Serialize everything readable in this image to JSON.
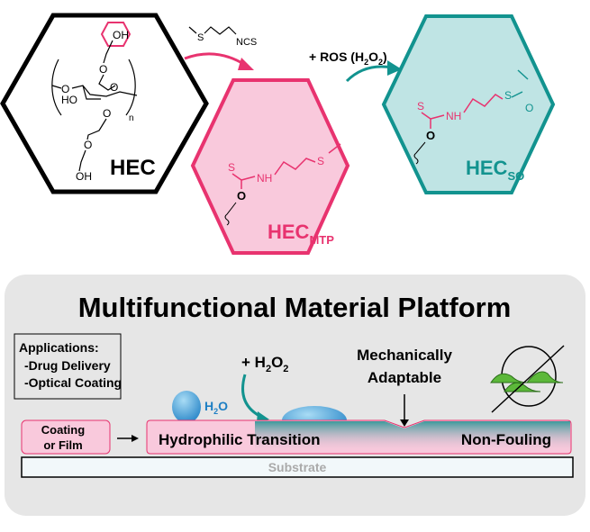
{
  "scheme": {
    "hec": {
      "label": "HEC",
      "oh_top": "OH",
      "oh_bottom": "OH",
      "ho": "HO",
      "o": "O",
      "n": "n"
    },
    "reagent": {
      "s": "S",
      "ncs": "NCS"
    },
    "ros": {
      "prefix": "+ ROS (H",
      "sub1": "2",
      "mid": "O",
      "sub2": "2",
      "suffix": ")"
    },
    "hec_mtp": {
      "label": "HEC",
      "sub": "MTP",
      "s_thio": "S",
      "nh": "NH",
      "s_chain": "S",
      "o": "O"
    },
    "hec_so": {
      "label": "HEC",
      "sub": "SO",
      "s_thio": "S",
      "nh": "NH",
      "s_chain": "S",
      "o_sulfox": "O",
      "o": "O"
    }
  },
  "platform": {
    "title": "Multifunctional Material Platform",
    "applications": {
      "heading": "Applications:",
      "items": [
        "-Drug Delivery",
        "-Optical Coating"
      ]
    },
    "h2o2": {
      "prefix": "+ H",
      "sub1": "2",
      "mid": "O",
      "sub2": "2"
    },
    "water": {
      "h": "H",
      "sub": "2",
      "o": "O"
    },
    "mechanical": [
      "Mechanically",
      "Adaptable"
    ],
    "coating": [
      "Coating",
      "or Film"
    ],
    "hydrophilic": "Hydrophilic Transition",
    "nonfouling": "Non-Fouling",
    "substrate": "Substrate"
  },
  "colors": {
    "pink": "#e8336f",
    "pink_fill": "#f9c9dc",
    "teal": "#12938f",
    "teal_fill": "#bfe4e4",
    "panel": "#e6e6e6"
  }
}
